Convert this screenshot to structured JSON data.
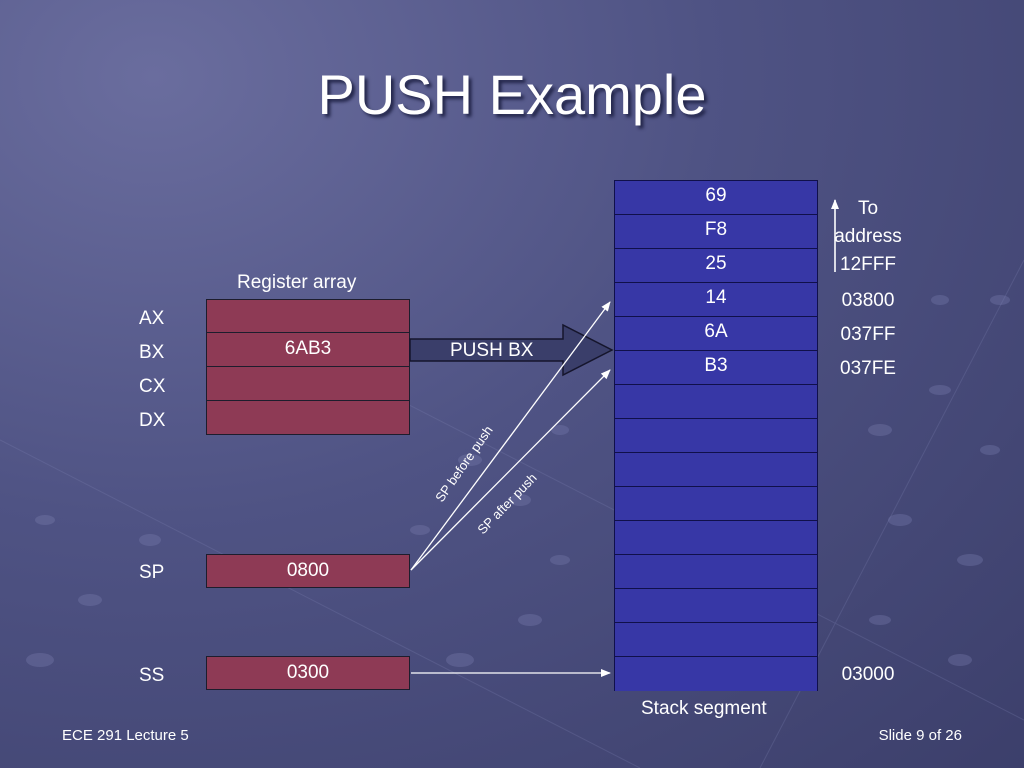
{
  "slide": {
    "title": "PUSH Example",
    "footer_left": "ECE 291 Lecture 5",
    "footer_right": "Slide 9 of 26"
  },
  "registers": {
    "heading": "Register array",
    "ax": {
      "name": "AX",
      "value": ""
    },
    "bx": {
      "name": "BX",
      "value": "6AB3"
    },
    "cx": {
      "name": "CX",
      "value": ""
    },
    "dx": {
      "name": "DX",
      "value": ""
    },
    "sp": {
      "name": "SP",
      "value": "0800"
    },
    "ss": {
      "name": "SS",
      "value": "0300"
    }
  },
  "push_label": "PUSH BX",
  "pointer_labels": {
    "before": "SP before push",
    "after": "SP after push"
  },
  "stack": {
    "caption": "Stack segment",
    "cells": [
      "69",
      "F8",
      "25",
      "14",
      "6A",
      "B3",
      "",
      "",
      "",
      "",
      "",
      "",
      "",
      "",
      ""
    ],
    "addresses": {
      "a03800": "03800",
      "a037ff": "037FF",
      "a037fe": "037FE",
      "a03000": "03000"
    },
    "direction_note": [
      "To",
      "address",
      "12FFF"
    ]
  },
  "colors": {
    "background": "#4f5384",
    "register_fill": "#8e3a55",
    "stack_fill": "#3737a6",
    "push_arrow_fill": "#3a3e6a"
  }
}
